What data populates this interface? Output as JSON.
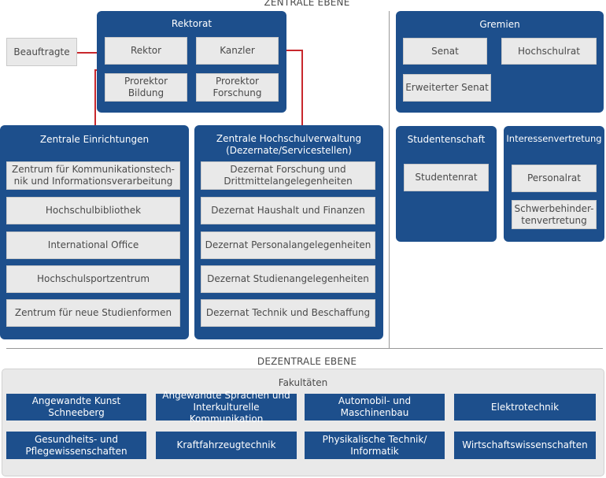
{
  "central_level": "ZENTRALE EBENE",
  "decentral_level": "DEZENTRALE EBENE",
  "beauftragte": "Beauftragte",
  "rektorat": {
    "title": "Rektorat",
    "rektor": "Rektor",
    "kanzler": "Kanzler",
    "prorektor_bildung": "Prorektor\nBildung",
    "prorektor_forschung": "Prorektor\nForschung"
  },
  "zentrale_einrichtungen": {
    "title": "Zentrale Einrichtungen",
    "items": [
      "Zentrum für Kommunikationstech-\nnik und Informationsverarbeitung",
      "Hochschulbibliothek",
      "International Office",
      "Hochschulsportzentrum",
      "Zentrum für neue Studienformen"
    ]
  },
  "verwaltung": {
    "title": "Zentrale Hochschulverwaltung\n(Dezernate/Servicestellen)",
    "items": [
      "Dezernat Forschung und\nDrittmittelangelegenheiten",
      "Dezernat Haushalt und Finanzen",
      "Dezernat Personalangelegenheiten",
      "Dezernat Studienangelegenheiten",
      "Dezernat Technik und Beschaffung"
    ]
  },
  "gremien": {
    "title": "Gremien",
    "senat": "Senat",
    "hochschulrat": "Hochschulrat",
    "erweiterter_senat": "Erweiterter Senat"
  },
  "studentenschaft": {
    "title": "Studentenschaft",
    "studentenrat": "Studentenrat"
  },
  "interessenvertretung": {
    "title": "Interessenvertretung",
    "personalrat": "Personalrat",
    "schwerbehindertenvertretung": "Schwerbehinder-\ntenvertretung"
  },
  "fakultaeten": {
    "title": "Fakultäten",
    "items": [
      "Angewandte Kunst\nSchneeberg",
      "Angewandte Sprachen und\nInterkulturelle Kommunikation",
      "Automobil- und\nMaschinenbau",
      "Elektrotechnik",
      "Gesundheits- und\nPflegewissenschaften",
      "Kraftfahrzeugtechnik",
      "Physikalische Technik/\nInformatik",
      "Wirtschaftswissenschaften"
    ]
  },
  "colors": {
    "unit_blue": "#1d4f8c",
    "box_grey": "#e9e9e9",
    "connector_red": "#c8282d"
  }
}
